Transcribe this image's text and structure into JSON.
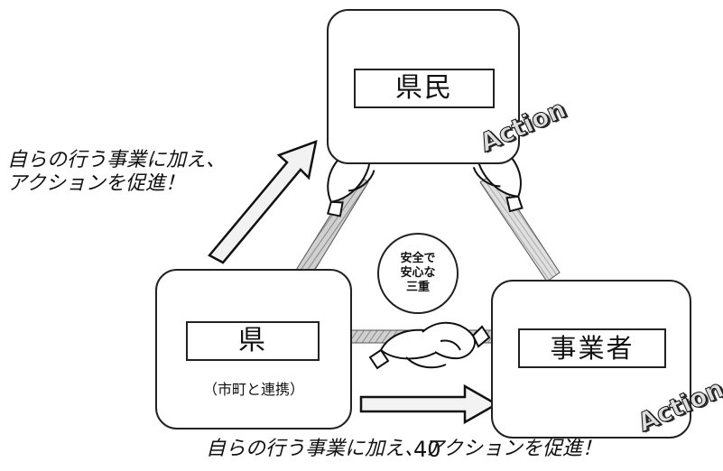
{
  "nodes": {
    "top": {
      "label": "県民"
    },
    "left": {
      "label": "県",
      "sub_label": "（市町と連携）"
    },
    "right": {
      "label": "事業者"
    }
  },
  "center": {
    "text": "安全で\n安心な\n三重"
  },
  "side_text": {
    "left_line_1": "自らの行う事業に加え、",
    "left_line_2": "アクションを促進！",
    "bottom": "自らの行う事業に加え、アクションを促進！"
  },
  "action_labels": {
    "top": "Action",
    "bottom": "Action"
  },
  "page": {
    "number": "40"
  },
  "colors": {
    "ink": "#111111",
    "band_fill": "#bfbfbf",
    "arrow_fill": "#f2f2f2",
    "background": "#ffffff"
  },
  "icons": [
    "handshake-icon",
    "arrow-icon",
    "triangle-band-icon"
  ]
}
